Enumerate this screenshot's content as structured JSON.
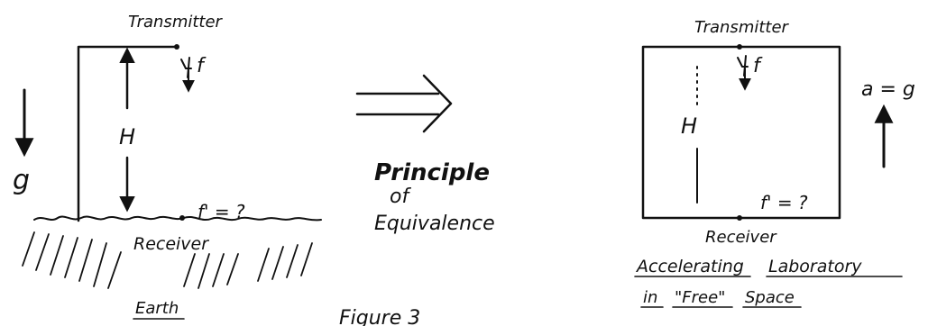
{
  "left": {
    "transmitter_label": "Transmitter",
    "height_label": "H",
    "frequency_label": "f",
    "gravity_label": "g",
    "received_frequency_label": "f' = ?",
    "receiver_label": "Receiver",
    "ground_label": "Earth"
  },
  "middle": {
    "line1": "Principle",
    "line2": "of",
    "line3": "Equivalence"
  },
  "right": {
    "transmitter_label": "Transmitter",
    "height_label": "H",
    "frequency_label": "f",
    "acceleration_label": "a = g",
    "received_frequency_label": "f' = ?",
    "receiver_label": "Receiver",
    "caption_line1_word1": "Accelerating",
    "caption_line1_word2": "Laboratory",
    "caption_line2_word1": "in",
    "caption_line2_word2": "\"Free\"",
    "caption_line2_word3": "Space"
  },
  "figure_caption": "Figure 3"
}
